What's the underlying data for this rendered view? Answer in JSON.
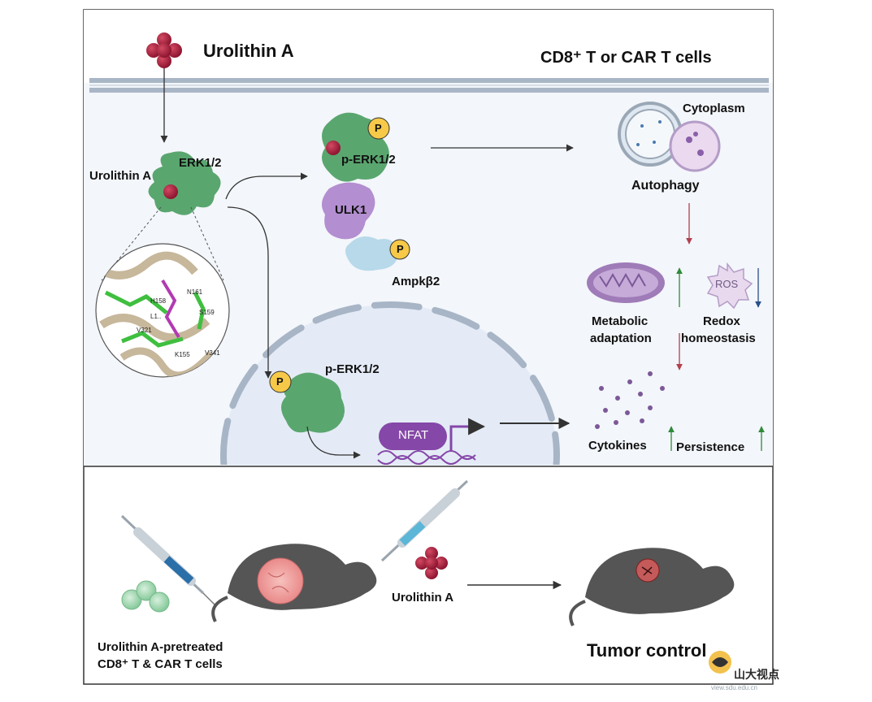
{
  "header": {
    "cell_type_label": "CD8⁺ T or CAR T cells",
    "cytoplasm_label": "Cytoplasm"
  },
  "top_panel": {
    "urolithin_label": "Urolithin A",
    "urolithin_bound_label": "Urolithin A",
    "erk_label": "ERK1/2",
    "p_erk_label": "p-ERK1/2",
    "ulk1_label": "ULK1",
    "ampk_label": "Ampkβ2",
    "phospho_symbol": "P",
    "autophagy_label": "Autophagy",
    "metabolic_label_line1": "Metabolic",
    "metabolic_label_line2": "adaptation",
    "ros_label": "ROS",
    "redox_label_line1": "Redox",
    "redox_label_line2": "homeostasis",
    "nuclear_p_erk_label": "p-ERK1/2",
    "nfat_label": "NFAT",
    "cytokines_label": "Cytokines",
    "persistence_label": "Persistence",
    "residues": [
      "N161",
      "H158",
      "S159",
      "L1..",
      "V321",
      "K155",
      "V341"
    ]
  },
  "bottom_panel": {
    "pretreated_line1": "Urolithin A-pretreated",
    "pretreated_line2": "CD8⁺ T & CAR T cells",
    "urolithin_label": "Urolithin A",
    "outcome_label": "Tumor control"
  },
  "watermark": {
    "text": "山大视点",
    "url": "view.sdu.edu.cn"
  },
  "icons": [
    "urolithin-molecule-icon",
    "syringe-icon",
    "mouse-icon",
    "tumor-icon",
    "mitochondrion-icon",
    "ros-icon",
    "autophagosome-icon",
    "dna-icon",
    "cells-icon"
  ],
  "colors": {
    "membrane": "#a9b6c6",
    "cytoplasm": "#f3f6fa",
    "nucleus": "#e4ebf6",
    "erk_green": "#5aa66f",
    "ulk1_purple": "#b38ed0",
    "ampk_blue": "#b7d9ea",
    "phospho_yellow": "#f7c948",
    "urolithin_red": "#a51c37",
    "nfat_purple": "#8547a8",
    "mito_purple": "#9f7bb8",
    "up_arrow_green": "#2f8a3a",
    "down_arrow_red": "#b2404e",
    "down_arrow_blue": "#2a4f8a",
    "mouse_gray": "#5a5a5a",
    "tumor_pink": "#f0a1a1"
  }
}
